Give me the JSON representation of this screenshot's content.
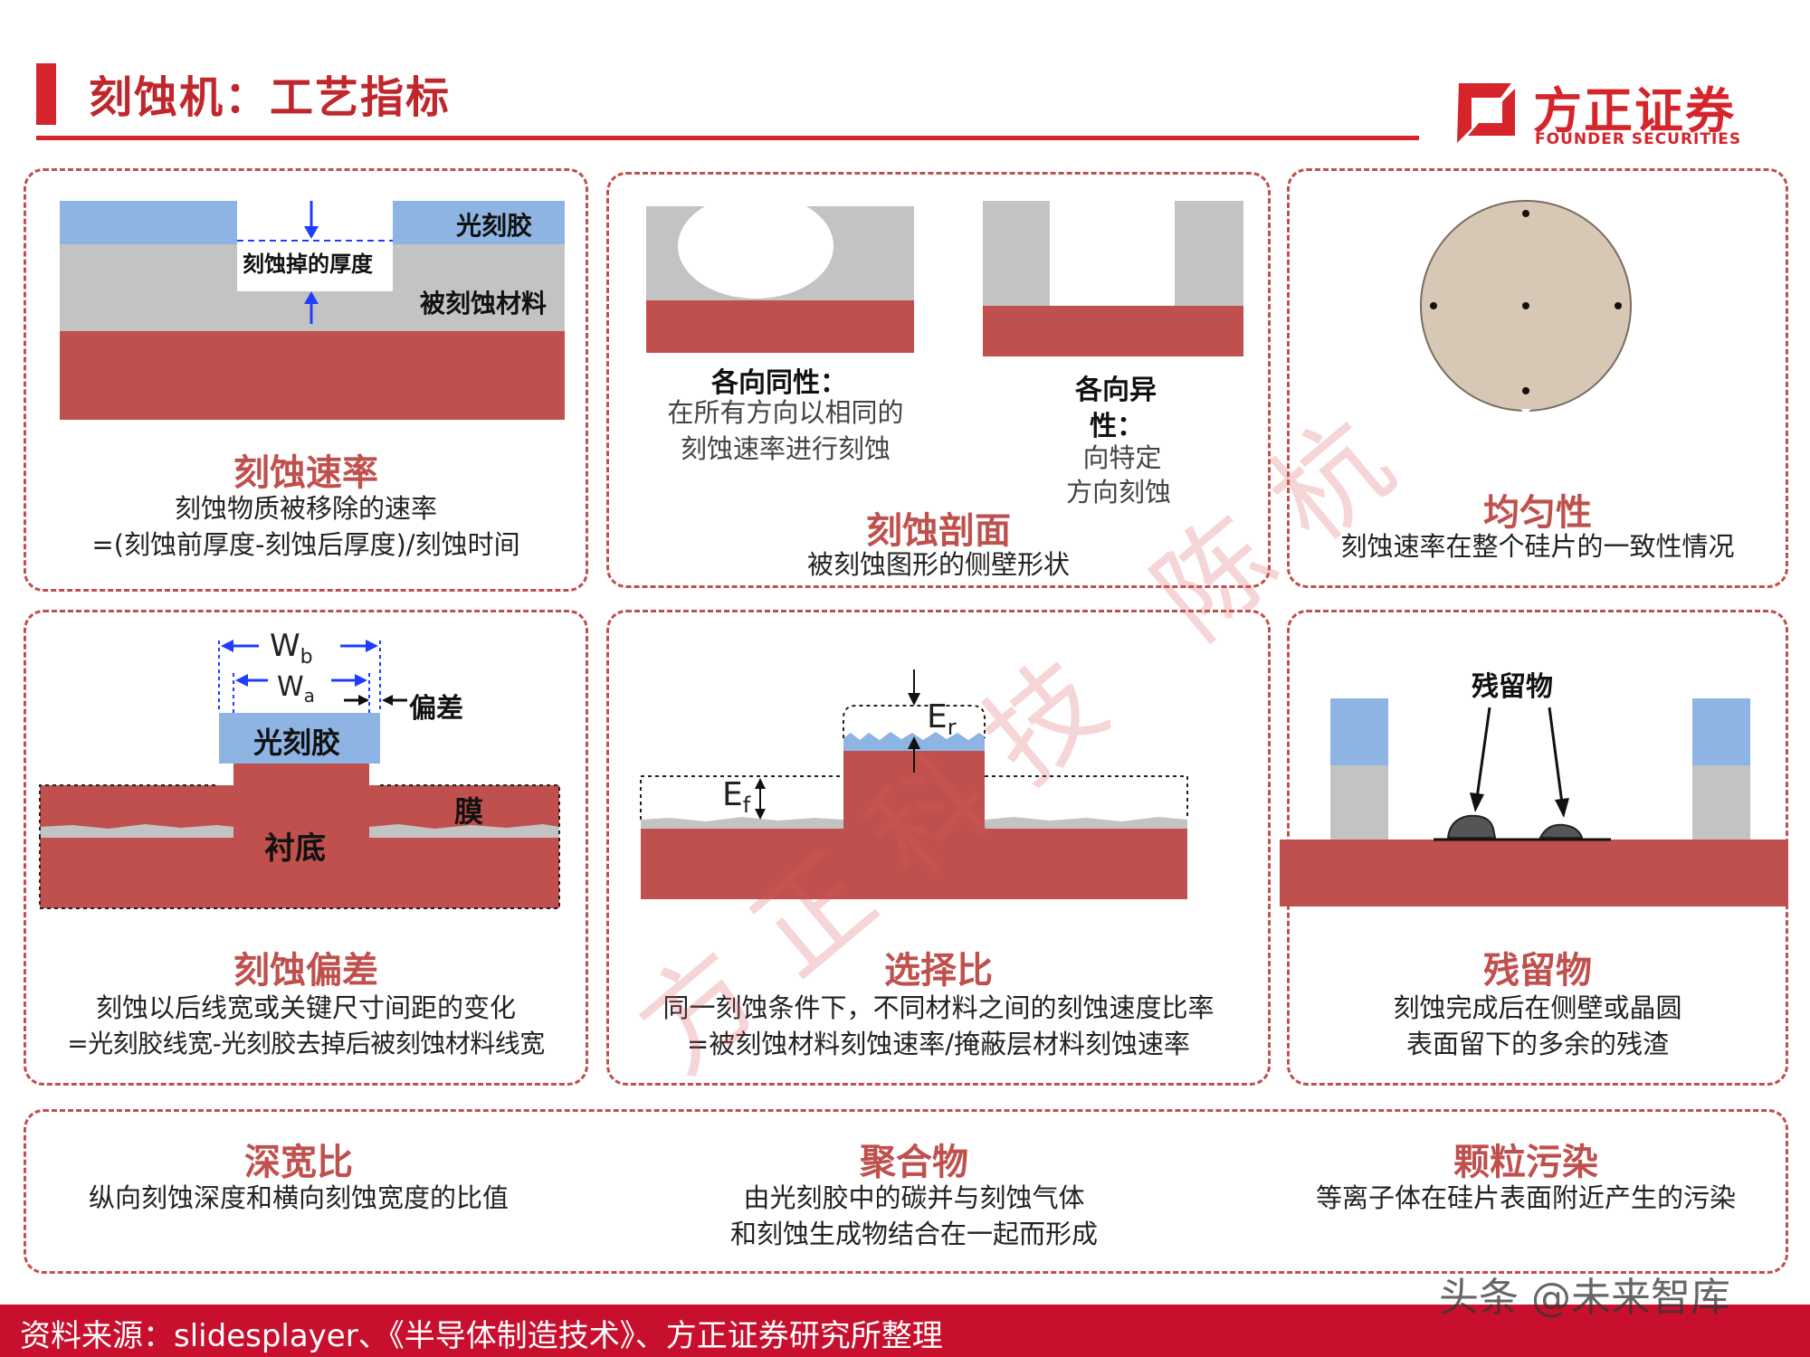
{
  "header": {
    "title": "刻蚀机：工艺指标"
  },
  "logo": {
    "cn": "方正证券",
    "en": "FOUNDER SECURITIES"
  },
  "panels": {
    "etch_rate": {
      "title": "刻蚀速率",
      "lines": [
        "刻蚀物质被移除的速率",
        "=(刻蚀前厚度-刻蚀后厚度)/刻蚀时间"
      ],
      "diagram": {
        "photoresist": "光刻胶",
        "removed_thickness": "刻蚀掉的厚度",
        "material": "被刻蚀材料"
      }
    },
    "etch_profile": {
      "title": "刻蚀剖面",
      "subtitle": "被刻蚀图形的侧壁形状",
      "isotropic": {
        "head": "各向同性：",
        "lines": [
          "在所有方向以相同的",
          "刻蚀速率进行刻蚀"
        ]
      },
      "anisotropic": {
        "head_lines": [
          "各向异",
          "性："
        ],
        "lines": [
          "向特定",
          "方向刻蚀"
        ]
      }
    },
    "uniformity": {
      "title": "均匀性",
      "subtitle": "刻蚀速率在整个硅片的一致性情况"
    },
    "etch_bias": {
      "title": "刻蚀偏差",
      "lines": [
        "刻蚀以后线宽或关键尺寸间距的变化",
        "=光刻胶线宽-光刻胶去掉后被刻蚀材料线宽"
      ],
      "diagram": {
        "wb": "W",
        "wb_sub": "b",
        "wa": "W",
        "wa_sub": "a",
        "bias": "偏差",
        "photoresist": "光刻胶",
        "film": "膜",
        "substrate": "衬底"
      }
    },
    "selectivity": {
      "title": "选择比",
      "lines": [
        "同一刻蚀条件下，不同材料之间的刻蚀速度比率",
        "=被刻蚀材料刻蚀速率/掩蔽层材料刻蚀速率"
      ],
      "diagram": {
        "er": "E",
        "er_sub": "r",
        "ef": "E",
        "ef_sub": "f"
      }
    },
    "residue": {
      "title": "残留物",
      "lines": [
        "刻蚀完成后在侧壁或晶圆",
        "表面留下的多余的残渣"
      ],
      "diagram": {
        "label": "残留物"
      }
    }
  },
  "bottom": {
    "aspect_ratio": {
      "title": "深宽比",
      "lines": [
        "纵向刻蚀深度和横向刻蚀宽度的比值"
      ]
    },
    "polymer": {
      "title": "聚合物",
      "lines": [
        "由光刻胶中的碳并与刻蚀气体",
        "和刻蚀生成物结合在一起而形成"
      ]
    },
    "particle": {
      "title": "颗粒污染",
      "lines": [
        "等离子体在硅片表面附近产生的污染"
      ]
    }
  },
  "footer": {
    "source": "资料来源：slidesplayer、《半导体制造技术》、方正证券研究所整理"
  },
  "watermarks": {
    "handle": "头条 @未来智库",
    "diagonal": "方正科技 陈杭"
  },
  "colors": {
    "accent": "#d6242b",
    "substrate": "#c0504d",
    "photoresist": "#8eb4e3",
    "material": "#c3c3c3",
    "wafer": "#d7c8b6"
  }
}
